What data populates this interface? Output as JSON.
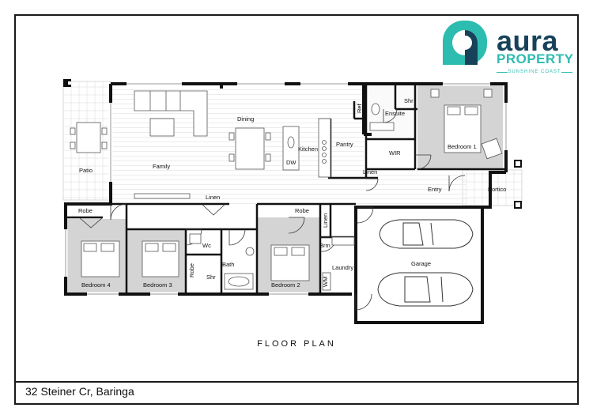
{
  "brand": {
    "name": "aura",
    "sub": "PROPERTY",
    "tagline": "SUNSHINE COAST"
  },
  "plan_title": "FLOOR PLAN",
  "address": "32 Steiner Cr, Baringa",
  "rooms": {
    "patio": "Patio",
    "family": "Family",
    "dining": "Dining",
    "kitchen": "Kitchen",
    "dw": "DW",
    "pantry": "Pantry",
    "ref": "Ref",
    "ensuite": "Ensuite",
    "shr": "Shr",
    "wir": "WIR",
    "bedroom1": "Bedroom 1",
    "linen": "Linen",
    "entry": "Entry",
    "portico": "Portico",
    "robe": "Robe",
    "bedroom4": "Bedroom 4",
    "bedroom3": "Bedroom 3",
    "wc": "Wc",
    "bath": "Bath",
    "bedroom2": "Bedroom 2",
    "brm": "Brm",
    "laundry": "Laundry",
    "wm": "WM",
    "garage": "Garage"
  },
  "colors": {
    "brand_dark": "#17425a",
    "brand_teal": "#2cbcb0",
    "bedroom_fill": "#d4d4d4",
    "wall": "#111111"
  }
}
